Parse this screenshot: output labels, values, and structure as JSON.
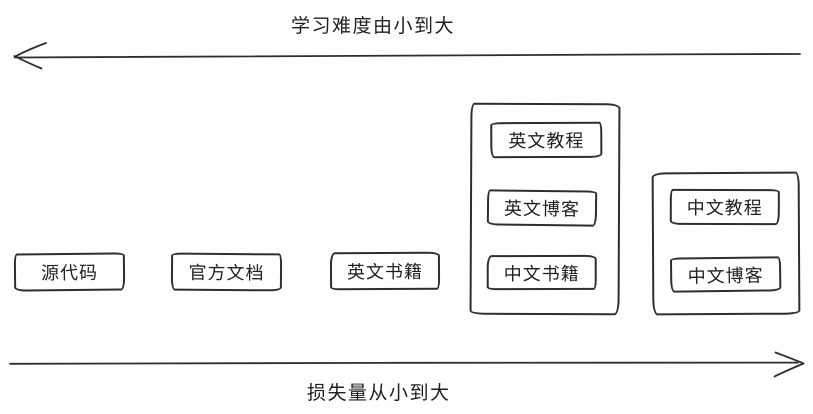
{
  "colors": {
    "stroke": "#2e2e2e",
    "text": "#1f1f1f",
    "background": "#ffffff"
  },
  "axes": {
    "top": {
      "label": "学习难度由小到大",
      "arrow_direction": "left"
    },
    "bottom": {
      "label": "损失量从小到大",
      "arrow_direction": "right"
    }
  },
  "nodes": [
    {
      "label": "源代码"
    },
    {
      "label": "官方文档"
    },
    {
      "label": "英文书籍"
    }
  ],
  "groups": [
    {
      "items": [
        {
          "label": "英文教程"
        },
        {
          "label": "英文博客"
        },
        {
          "label": "中文书籍"
        }
      ]
    },
    {
      "items": [
        {
          "label": "中文教程"
        },
        {
          "label": "中文博客"
        }
      ]
    }
  ]
}
